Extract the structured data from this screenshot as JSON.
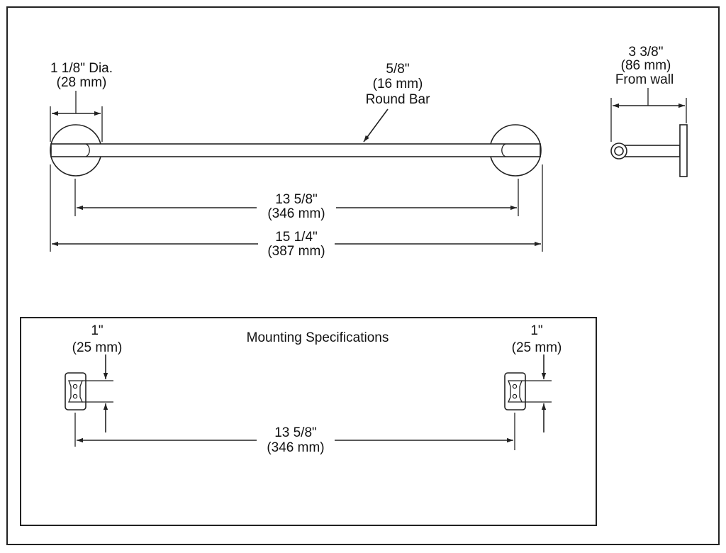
{
  "towel_bar": {
    "post_diameter": {
      "line1": "1 1/8\" Dia.",
      "line2": "(28 mm)"
    },
    "bar_size": {
      "line1": "5/8\"",
      "line2": "(16 mm)",
      "line3": "Round Bar"
    },
    "projection": {
      "line1": "3 3/8\"",
      "line2": "(86 mm)",
      "line3": "From wall"
    },
    "inner_length": {
      "line1": "13 5/8\"",
      "line2": "(346 mm)"
    },
    "overall_length": {
      "line1": "15 1/4\"",
      "line2": "(387 mm)"
    }
  },
  "mounting": {
    "title": "Mounting Specifications",
    "left_offset": {
      "line1": "1\"",
      "line2": "(25 mm)"
    },
    "right_offset": {
      "line1": "1\"",
      "line2": "(25 mm)"
    },
    "center_spacing": {
      "line1": "13 5/8\"",
      "line2": "(346 mm)"
    }
  }
}
